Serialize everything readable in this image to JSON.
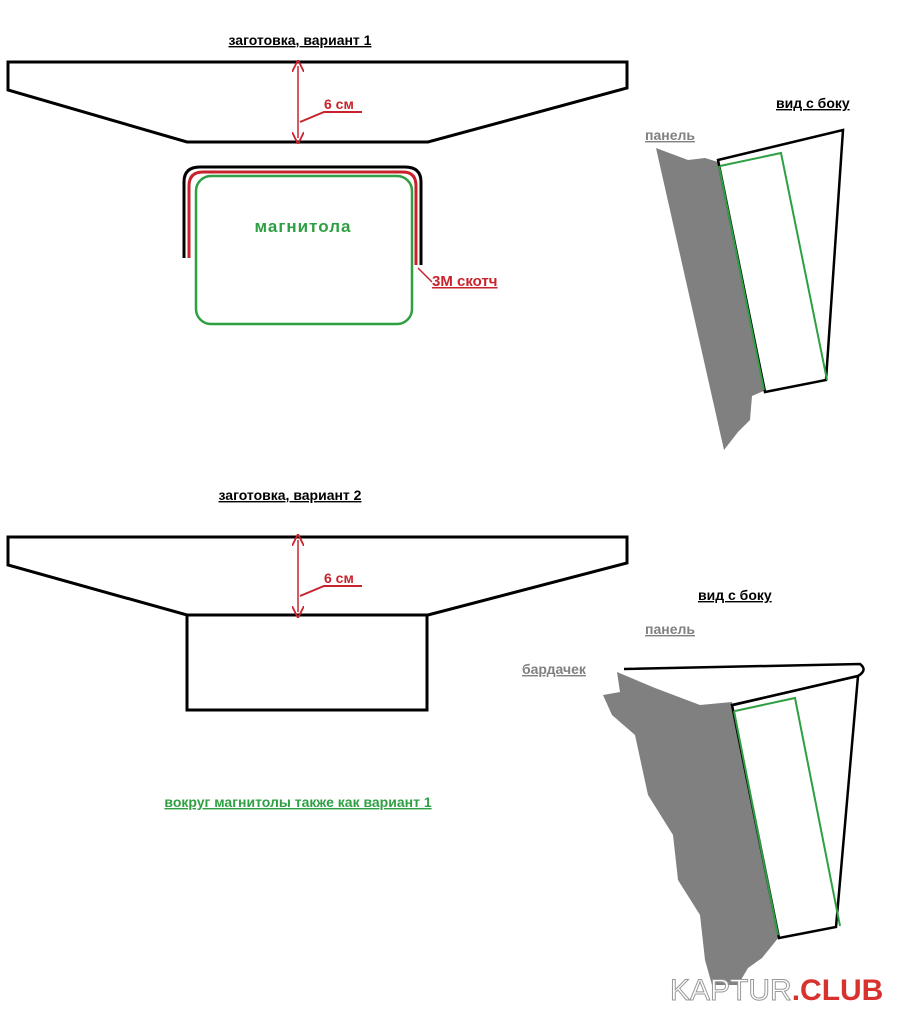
{
  "variant1": {
    "title": "заготовка, вариант 1",
    "dimension_label": "6 см",
    "radio_label": "магнитола",
    "tape_label": "3М скотч",
    "side_view_title": "вид с боку",
    "panel_label": "панель"
  },
  "variant2": {
    "title": "заготовка, вариант 2",
    "dimension_label": "6 см",
    "note": "вокруг магнитолы также как вариант 1",
    "side_view_title": "вид с боку",
    "panel_label": "панель",
    "glovebox_label": "бардачек"
  },
  "watermark": {
    "part1": "KAPTUR",
    "part2": ".CLUB"
  },
  "colors": {
    "red": "#c8232c",
    "green": "#2ea043",
    "gray": "#808080",
    "black": "#000000"
  }
}
